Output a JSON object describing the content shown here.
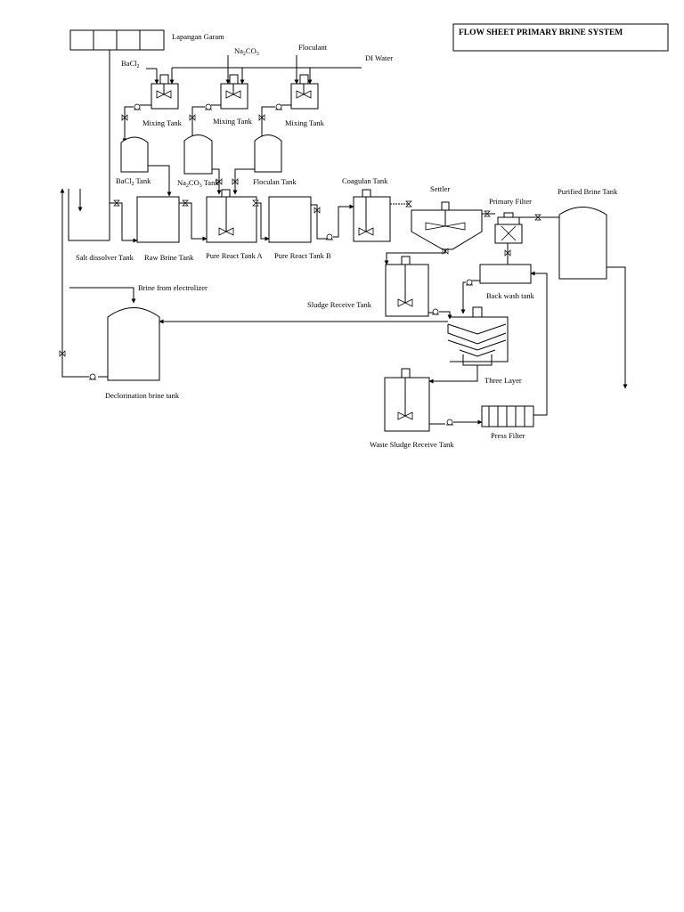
{
  "diagram": {
    "title": "FLOW SHEET PRIMARY BRINE SYSTEM",
    "labels": {
      "lapangan_garam": "Lapangan Garam",
      "bacl2": "BaCl",
      "bacl2_sub": "2",
      "na2co3_a": "Na",
      "na2co3_sub1": "2",
      "na2co3_b": "CO",
      "na2co3_sub2": "3",
      "floculant": "Floculant",
      "di_water": "DI Water",
      "mixing_tank_1": "Mixing Tank",
      "mixing_tank_2": "Mixing Tank",
      "mixing_tank_3": "Mixing Tank",
      "bacl2_tank_a": "BaCl",
      "bacl2_tank_sub": "2",
      "bacl2_tank_b": " Tank",
      "na2co3_tank_a": "Na",
      "na2co3_tank_sub1": "2",
      "na2co3_tank_b": "CO",
      "na2co3_tank_sub2": "3",
      "na2co3_tank_c": " Tank",
      "floculan_tank": "Floculan Tank",
      "coagulan_tank": "Coagulan Tank",
      "settler": "Settler",
      "primary_filter": "Primary Filter",
      "purified_brine_tank": "Purified Brine Tank",
      "salt_dissolver_tank": "Salt dissolver Tank",
      "raw_brine_tank": "Raw Brine Tank",
      "pure_react_tank_a": "Pure React Tank A",
      "pure_react_tank_b": "Pure React Tank B",
      "brine_from_electrolizer": "Brine from electrolizer",
      "sludge_receive_tank": "Sludge Receive Tank",
      "back_wash_tank": "Back wash tank",
      "three_layer": "Three Layer",
      "declorination_brine_tank": "Declorination brine tank",
      "waste_sludge_receive_tank": "Waste Sludge Receive Tank",
      "press_filter": "Press Filter"
    }
  }
}
